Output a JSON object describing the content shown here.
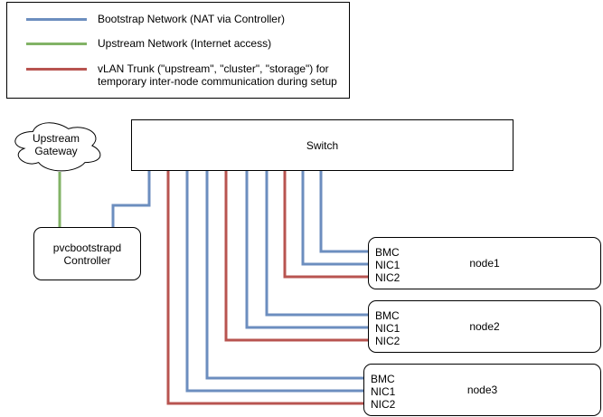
{
  "diagram": {
    "legend": {
      "items": [
        {
          "id": "bootstrap-network",
          "color": "#6c8ebf",
          "lines": [
            "Bootstrap Network (NAT via Controller)"
          ]
        },
        {
          "id": "upstream-network",
          "color": "#82b366",
          "lines": [
            "Upstream Network (Internet access)"
          ]
        },
        {
          "id": "vlan-trunk",
          "color": "#b85450",
          "lines": [
            "vLAN Trunk (\"upstream\", \"cluster\", \"storage\") for",
            "temporary inter-node communication during setup"
          ]
        }
      ]
    },
    "gateway": {
      "lines": [
        "Upstream",
        "Gateway"
      ]
    },
    "switch": {
      "label": "Switch"
    },
    "controller": {
      "lines": [
        "pvcbootstrapd",
        "Controller"
      ]
    },
    "servers": [
      {
        "name": "node1",
        "ports": [
          "BMC",
          "NIC1",
          "NIC2"
        ]
      },
      {
        "name": "node2",
        "ports": [
          "BMC",
          "NIC1",
          "NIC2"
        ]
      },
      {
        "name": "node3",
        "ports": [
          "BMC",
          "NIC1",
          "NIC2"
        ]
      }
    ],
    "colors": {
      "bootstrap": "#6c8ebf",
      "upstream": "#82b366",
      "vlan_trunk": "#b85450",
      "border": "#000000"
    }
  }
}
